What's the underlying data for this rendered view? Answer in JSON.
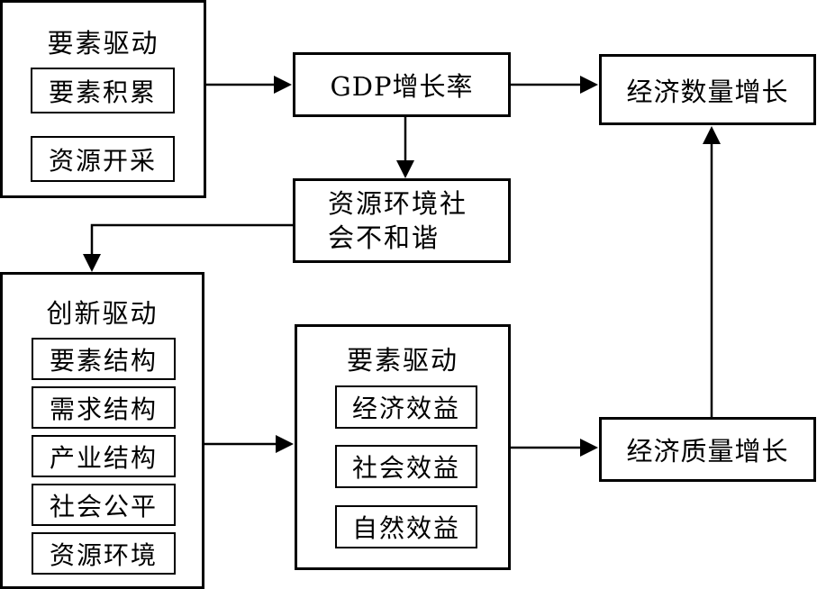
{
  "left_top": {
    "title": "要素驱动",
    "items": [
      "要素积累",
      "资源开采"
    ]
  },
  "gdp": "GDP增长率",
  "quantity": "经济数量增长",
  "disharmony": {
    "line1": "资源环境社",
    "line2": "会不和谐"
  },
  "left_bottom": {
    "title": "创新驱动",
    "items": [
      "要素结构",
      "需求结构",
      "产业结构",
      "社会公平",
      "资源环境"
    ]
  },
  "middle_bottom": {
    "title": "要素驱动",
    "items": [
      "经济效益",
      "社会效益",
      "自然效益"
    ]
  },
  "quality": "经济质量增长"
}
